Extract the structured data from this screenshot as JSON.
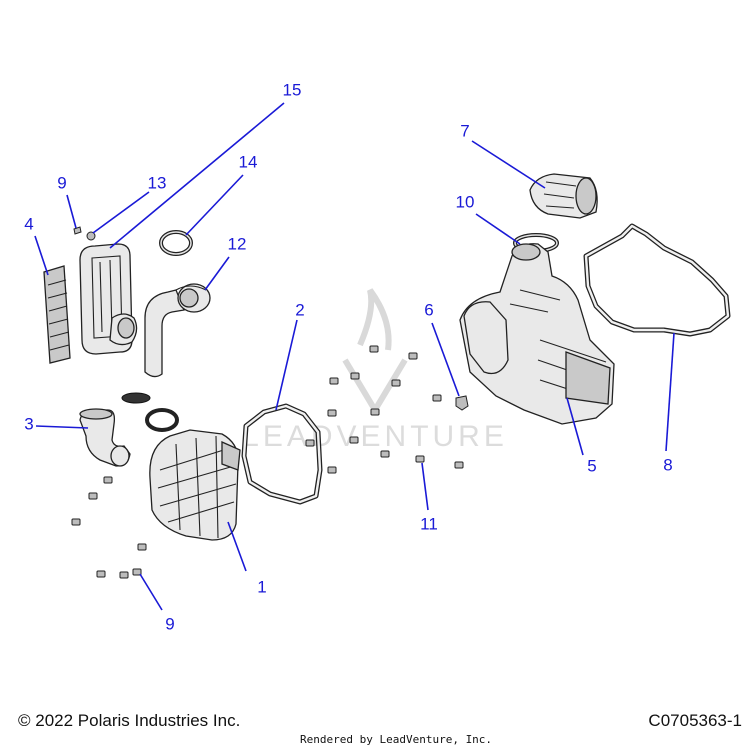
{
  "watermark": "LEADVENTURE",
  "callouts": {
    "c1": "1",
    "c2": "2",
    "c3": "3",
    "c4": "4",
    "c5": "5",
    "c6": "6",
    "c7": "7",
    "c8": "8",
    "c9a": "9",
    "c9b": "9",
    "c10": "10",
    "c11": "11",
    "c12": "12",
    "c13": "13",
    "c14": "14",
    "c15": "15"
  },
  "footer": {
    "copyright": "© 2022 Polaris Industries Inc.",
    "rendered_by": "Rendered by LeadVenture, Inc.",
    "diagram_code": "C0705363-1"
  }
}
